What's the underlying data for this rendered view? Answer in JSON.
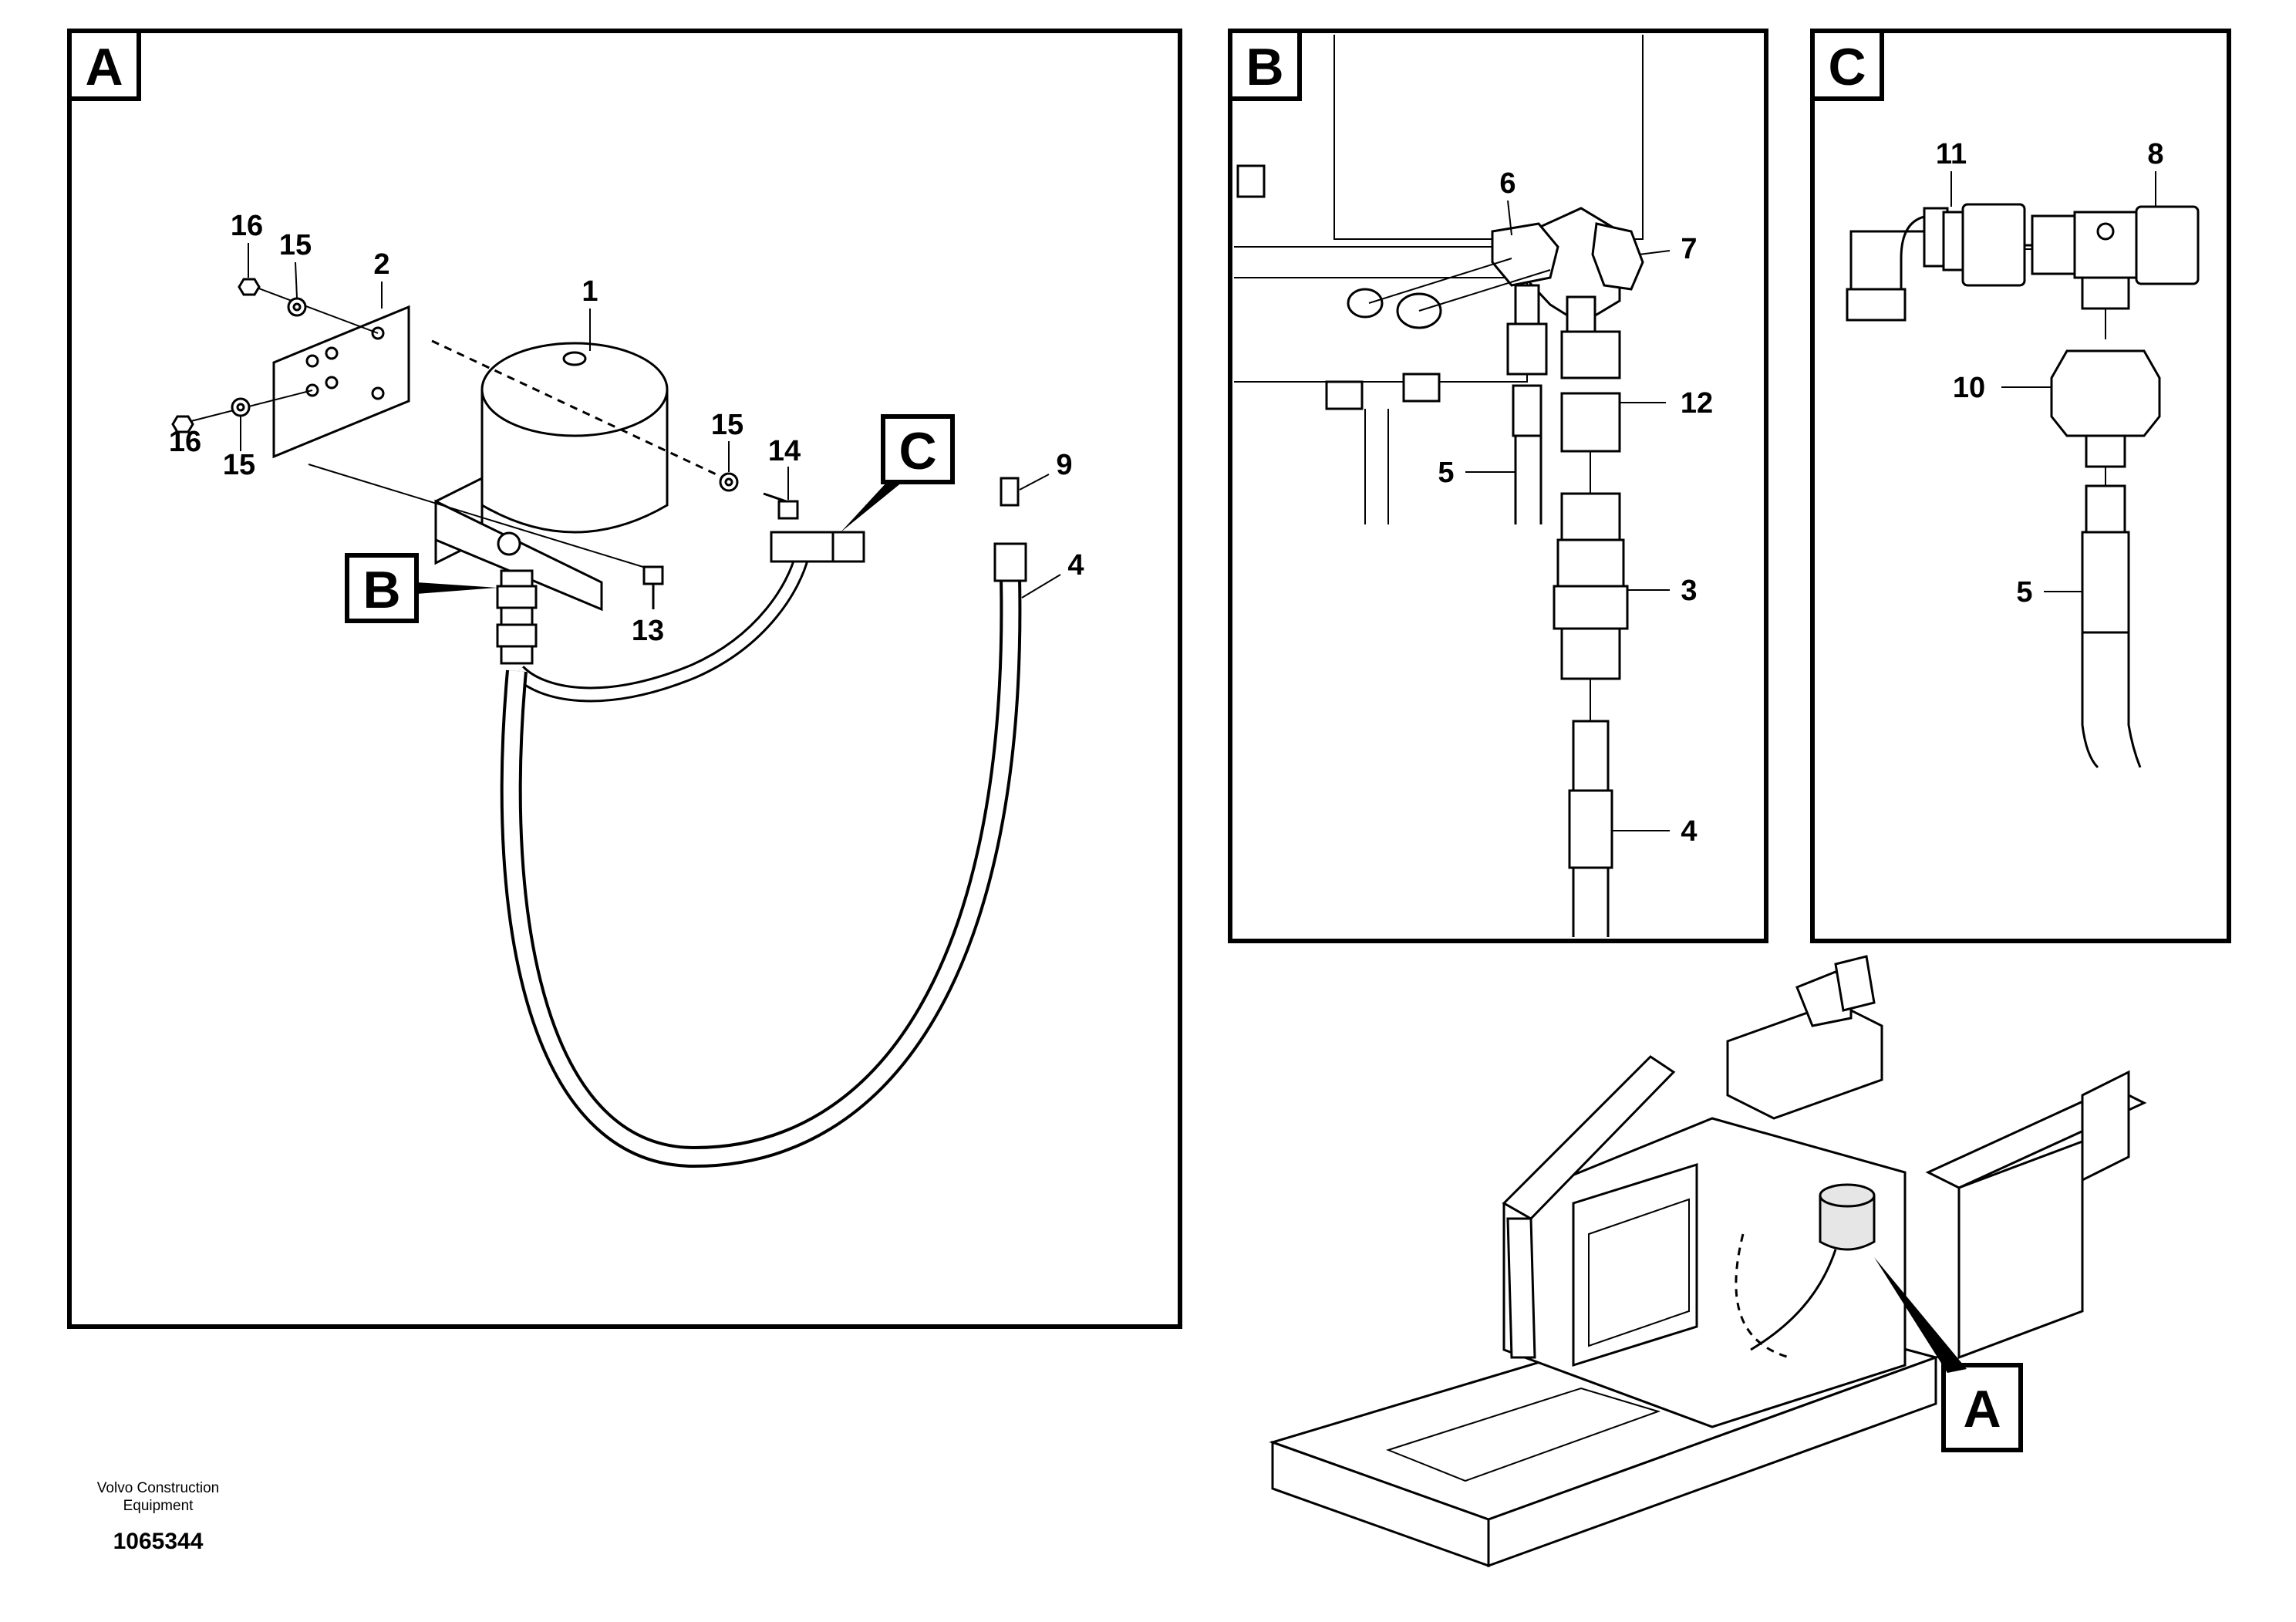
{
  "panels": {
    "a": {
      "tag": "A",
      "callouts": {
        "p1": "1",
        "p2": "2",
        "p4": "4",
        "p9": "9",
        "p13": "13",
        "p14": "14",
        "p15a": "15",
        "p15b": "15",
        "p15c": "15",
        "p16a": "16",
        "p16b": "16"
      },
      "refs": {
        "b": "B",
        "c": "C"
      }
    },
    "b": {
      "tag": "B",
      "callouts": {
        "p3": "3",
        "p4": "4",
        "p5": "5",
        "p6": "6",
        "p7": "7",
        "p12": "12"
      }
    },
    "c": {
      "tag": "C",
      "callouts": {
        "p5": "5",
        "p8": "8",
        "p10": "10",
        "p11": "11"
      }
    },
    "overview": {
      "ref": "A"
    }
  },
  "footer": {
    "company_line1": "Volvo Construction",
    "company_line2": "Equipment",
    "drawing_number": "1065344"
  }
}
